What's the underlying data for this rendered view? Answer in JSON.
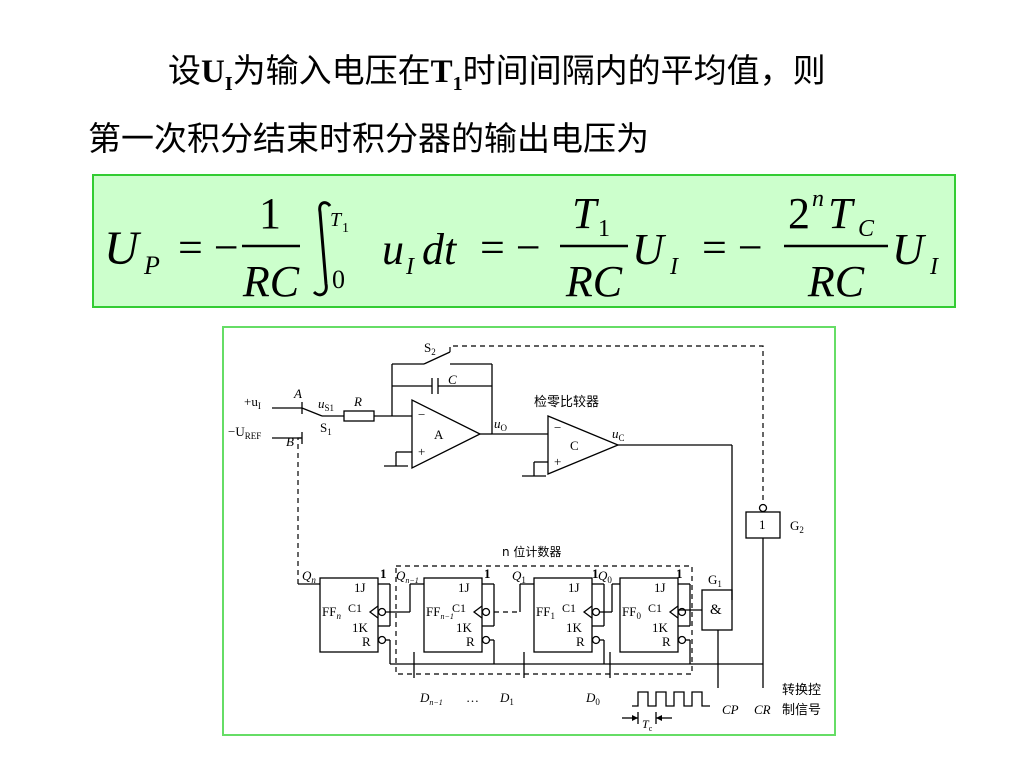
{
  "text": {
    "line1": {
      "prefix": "设",
      "U": "U",
      "U_sub": "I",
      "middle": "为输入电压在",
      "T": "T",
      "T_sub": "1",
      "suffix": "时间间隔内的平均值，则"
    },
    "line2": "第一次积分结束时积分器的输出电压为"
  },
  "formula": {
    "lhs_U": "U",
    "lhs_sub": "P",
    "eq1": "= −",
    "frac1_num": "1",
    "frac1_den": "RC",
    "int_upper": "T",
    "int_upper_sub": "1",
    "int_lower": "0",
    "integrand_u": "u",
    "integrand_sub": "I",
    "integrand_dt": "dt",
    "eq2": "= −",
    "frac2_num": "T",
    "frac2_num_sub": "1",
    "frac2_den": "RC",
    "mid_U": "U",
    "mid_sub": "I",
    "eq3": "= −",
    "frac3_num_base": "2",
    "frac3_num_exp": "n",
    "frac3_num_T": "T",
    "frac3_num_T_sub": "C",
    "frac3_den": "RC",
    "rhs_U": "U",
    "rhs_sub": "I"
  },
  "circuit": {
    "input_plus": "+u",
    "input_plus_sub": "I",
    "input_minus": "−U",
    "input_minus_sub": "REF",
    "node_A": "A",
    "node_B": "B",
    "switch_S1": "S",
    "switch_S1_sub": "1",
    "u_S1": "u",
    "u_S1_sub": "S1",
    "resistor": "R",
    "capacitor": "C",
    "switch_S2": "S",
    "switch_S2_sub": "2",
    "opamp_A": "A",
    "u_O": "u",
    "u_O_sub": "O",
    "comparator_title": "检零比较器",
    "comparator_C": "C",
    "u_C": "u",
    "u_C_sub": "C",
    "minus": "−",
    "plus": "+",
    "gate_G2_label": "1",
    "gate_G2": "G",
    "gate_G2_sub": "2",
    "gate_G1": "G",
    "gate_G1_sub": "1",
    "gate_G1_label": "&",
    "counter_title": "n 位计数器",
    "ff_n": "FF",
    "ff_n_sub": "n",
    "ff_n1": "FF",
    "ff_n1_sub": "n−1",
    "ff_1": "FF",
    "ff_1_sub": "1",
    "ff_0": "FF",
    "ff_0_sub": "0",
    "pin_1J": "1J",
    "pin_C1": "C1",
    "pin_1K": "1K",
    "pin_R": "R",
    "high": "1",
    "q_n": "Q",
    "q_n_sub": "n",
    "q_n1": "Q",
    "q_n1_sub": "n−1",
    "q_1": "Q",
    "q_1_sub": "1",
    "q_0": "Q",
    "q_0_sub": "0",
    "d_n1": "D",
    "d_n1_sub": "n−1",
    "dots": "…",
    "d_1": "D",
    "d_1_sub": "1",
    "d_0": "D",
    "d_0_sub": "0",
    "tc": "T",
    "tc_sub": "c",
    "cp": "CP",
    "cr": "CR",
    "control_line1": "转换控",
    "control_line2": "制信号"
  }
}
